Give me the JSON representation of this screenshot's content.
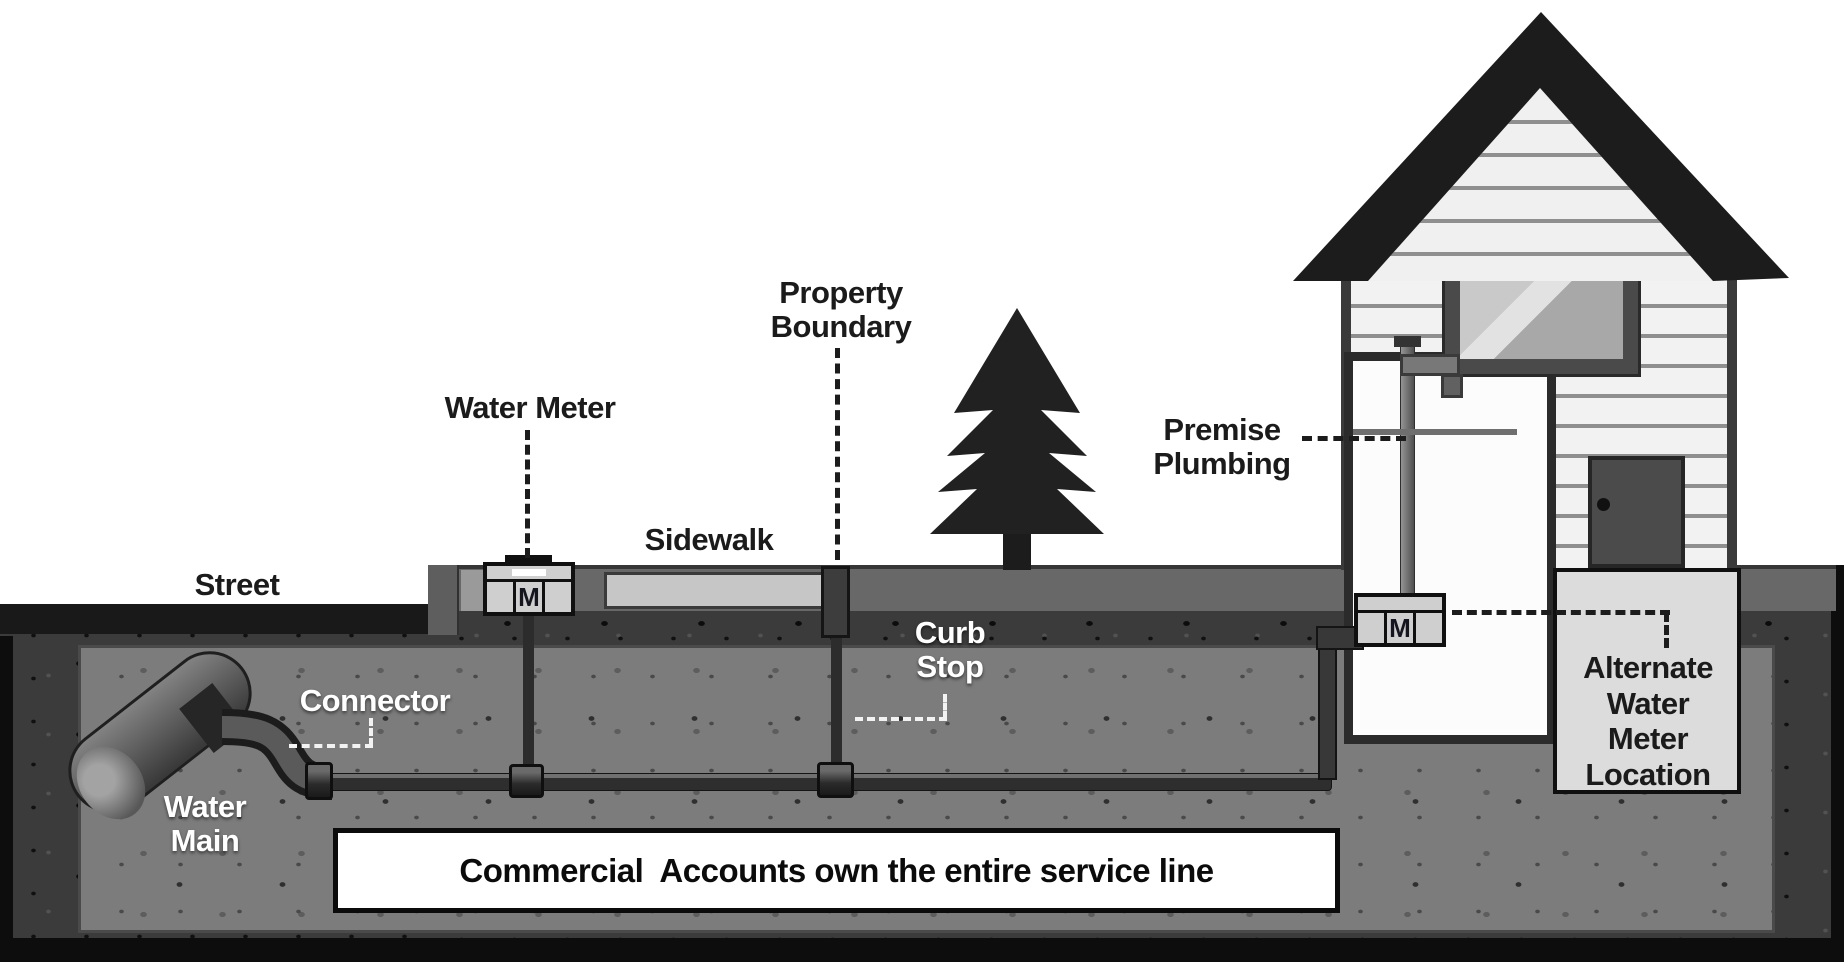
{
  "diagram": {
    "labels": {
      "street": "Street",
      "water_meter": "Water Meter",
      "sidewalk": "Sidewalk",
      "property_boundary": "Property\nBoundary",
      "curb_stop": "Curb\nStop",
      "connector": "Connector",
      "water_main": "Water\nMain",
      "premise_plumbing": "Premise\nPlumbing",
      "alternate_meter_location": "Alternate\nWater\nMeter\nLocation"
    },
    "meters": {
      "street_meter_label": "M",
      "basement_meter_label": "M"
    },
    "banner": {
      "text": "Commercial  Accounts own the entire service line"
    },
    "colors": {
      "ink": "#1b1b1b",
      "white_label": "#ffffff",
      "asphalt": "#1a1a1a",
      "surface_band": "#686868",
      "sidewalk": "#c6c6c6",
      "outer_ground": "#3b3b3b",
      "inner_ground": "#7c7c7c",
      "pipe": "#2e2e2e",
      "roof": "#1c1c1c",
      "house_siding": "#f2f2f2",
      "basement_box": "#dcdcdc",
      "meter_cell": "#cfcfcf"
    }
  }
}
